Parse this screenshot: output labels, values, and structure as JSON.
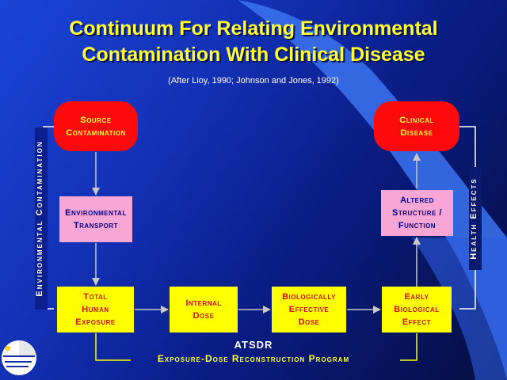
{
  "title_line1": "Continuum For Relating Environmental",
  "title_line2": "Contamination With Clinical Disease",
  "subtitle": "(After Lioy, 1990; Johnson and Jones, 1992)",
  "boxes": {
    "source": [
      "Source",
      "Contamination"
    ],
    "clinical": [
      "Clinical",
      "Disease"
    ],
    "transport": [
      "Environmental",
      "Transport"
    ],
    "altered": [
      "Altered",
      "Structure /",
      "Function"
    ],
    "exposure": [
      "Total",
      "Human",
      "Exposure"
    ],
    "internal": [
      "Internal",
      "Dose"
    ],
    "bio_dose": [
      "Biologically",
      "Effective",
      "Dose"
    ],
    "early": [
      "Early",
      "Biological",
      "Effect"
    ]
  },
  "side_left": "Environmental Contamination",
  "side_right": "Health Effects",
  "bottom_org": "ATSDR",
  "bottom_program": "Exposure-Dose Reconstruction Program",
  "colors": {
    "red_box": "#ff0a0a",
    "pink_box": "#f7a6d6",
    "yellow_box": "#ffff00",
    "title": "#ffff33"
  }
}
